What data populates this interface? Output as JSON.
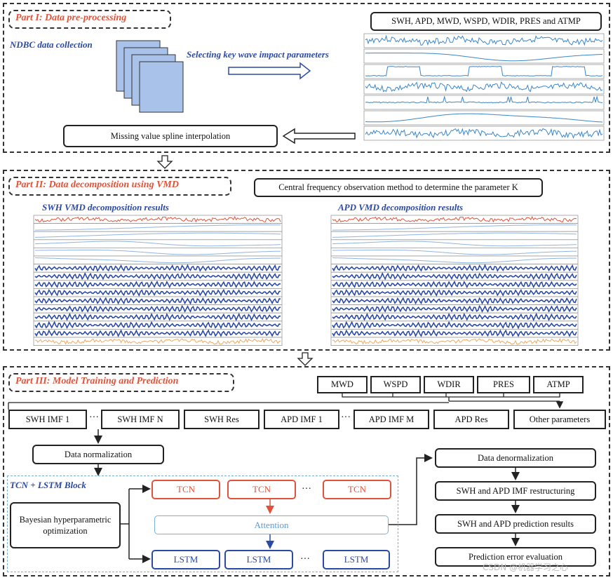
{
  "part1": {
    "title": "Part I: Data pre-processing",
    "ndbc_label": "NDBC data collection",
    "selecting_label": "Selecting key wave impact parameters",
    "params_label": "SWH, APD, MWD, WSPD, WDIR, PRES and ATMP",
    "spline_label": "Missing value spline interpolation"
  },
  "part2": {
    "title": "Part II: Data decomposition using VMD",
    "central_label": "Central frequency observation method to determine the parameter K",
    "swh_label": "SWH VMD decomposition results",
    "apd_label": "APD VMD decomposition results"
  },
  "part3": {
    "title": "Part III: Model Training and Prediction",
    "params": [
      "MWD",
      "WSPD",
      "WDIR",
      "PRES",
      "ATMP"
    ],
    "inputs": [
      "SWH IMF 1",
      "SWH IMF N",
      "SWH Res",
      "APD IMF 1",
      "APD IMF M",
      "APD Res",
      "Other parameters"
    ],
    "ellipsis": "···",
    "normalization": "Data normalization",
    "block_label": "TCN + LSTM Block",
    "bayes": "Bayesian hyperparametric optimization",
    "tcn": "TCN",
    "attention": "Attention",
    "lstm": "LSTM",
    "denorm": "Data denormalization",
    "restructuring": "SWH and APD IMF restructuring",
    "results": "SWH and APD prediction results",
    "evaluation": "Prediction error evaluation"
  },
  "watermark": "CSDN @机器学习之心",
  "colors": {
    "accent_red": "#e0533a",
    "accent_blue": "#2b4aa5",
    "signal_blue": "#3a86c8",
    "light_blue": "#8fb4e0"
  }
}
